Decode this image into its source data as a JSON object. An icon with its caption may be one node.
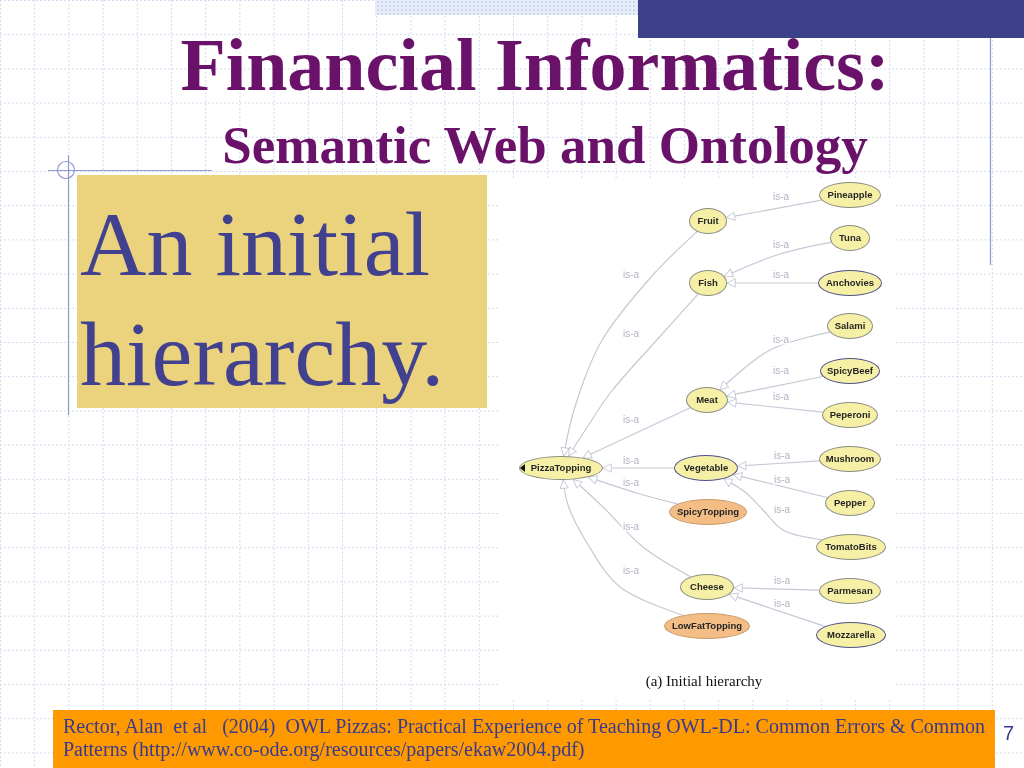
{
  "diagram": {
    "title": "Financial Informatics:",
    "caption": "(a) Initial hierarchy",
    "nodes": [
      {
        "text": [
          "An initial hierarchy."
        ]
      },
      {
        "text": [
          "PizzaTopping"
        ]
      },
      {
        "text": [
          "Fruit"
        ]
      },
      {
        "text": [
          "Fish"
        ]
      },
      {
        "text": [
          "Meat"
        ]
      },
      {
        "text": [
          "Vegetable"
        ]
      },
      {
        "text": [
          "SpicyTopping"
        ]
      },
      {
        "text": [
          "Cheese"
        ]
      },
      {
        "text": [
          "LowFatTopping"
        ]
      },
      {
        "text": [
          "Pineapple"
        ]
      },
      {
        "text": [
          "Tuna"
        ]
      },
      {
        "text": [
          "Anchovies"
        ]
      },
      {
        "text": [
          "Salami"
        ]
      },
      {
        "text": [
          "SpicyBeef"
        ]
      },
      {
        "text": [
          "Peperoni"
        ]
      },
      {
        "text": [
          "Mushroom"
        ]
      },
      {
        "text": [
          "Pepper"
        ]
      },
      {
        "text": [
          "TomatoBits"
        ]
      },
      {
        "text": [
          "Parmesan"
        ]
      },
      {
        "text": [
          "Mozzarella"
        ]
      },
      {
        "text": [
          "Rector, Alan  et al   (2004)  OWL Pizzas: Practical Experience of Teaching OWL-DL: Common Errors & Common Patterns (http://www.co-ode.org/resources/papers/ekaw2004.pdf)"
        ]
      }
    ],
    "edges": [
      {
        "from": 2,
        "to": 1,
        "arrow": "to",
        "label": "is-a"
      },
      {
        "from": 3,
        "to": 1,
        "arrow": "to",
        "label": "is-a"
      },
      {
        "from": 4,
        "to": 1,
        "arrow": "to",
        "label": "is-a"
      },
      {
        "from": 5,
        "to": 1,
        "arrow": "to",
        "label": "is-a"
      },
      {
        "from": 6,
        "to": 1,
        "arrow": "to",
        "label": "is-a"
      },
      {
        "from": 7,
        "to": 1,
        "arrow": "to",
        "label": "is-a"
      },
      {
        "from": 8,
        "to": 1,
        "arrow": "to",
        "label": "is-a"
      },
      {
        "from": 9,
        "to": 2,
        "arrow": "to",
        "label": "is-a"
      },
      {
        "from": 10,
        "to": 3,
        "arrow": "to",
        "label": "is-a"
      },
      {
        "from": 11,
        "to": 3,
        "arrow": "to",
        "label": "is-a"
      },
      {
        "from": 12,
        "to": 4,
        "arrow": "to",
        "label": "is-a"
      },
      {
        "from": 13,
        "to": 4,
        "arrow": "to",
        "label": "is-a"
      },
      {
        "from": 14,
        "to": 4,
        "arrow": "to",
        "label": "is-a"
      },
      {
        "from": 15,
        "to": 5,
        "arrow": "to",
        "label": "is-a"
      },
      {
        "from": 16,
        "to": 5,
        "arrow": "to",
        "label": "is-a"
      },
      {
        "from": 17,
        "to": 5,
        "arrow": "to",
        "label": "is-a"
      },
      {
        "from": 18,
        "to": 7,
        "arrow": "to",
        "label": "is-a"
      },
      {
        "from": 19,
        "to": 7,
        "arrow": "to",
        "label": "is-a"
      }
    ],
    "labels": [
      "Semantic Web and Ontology",
      "7"
    ]
  }
}
